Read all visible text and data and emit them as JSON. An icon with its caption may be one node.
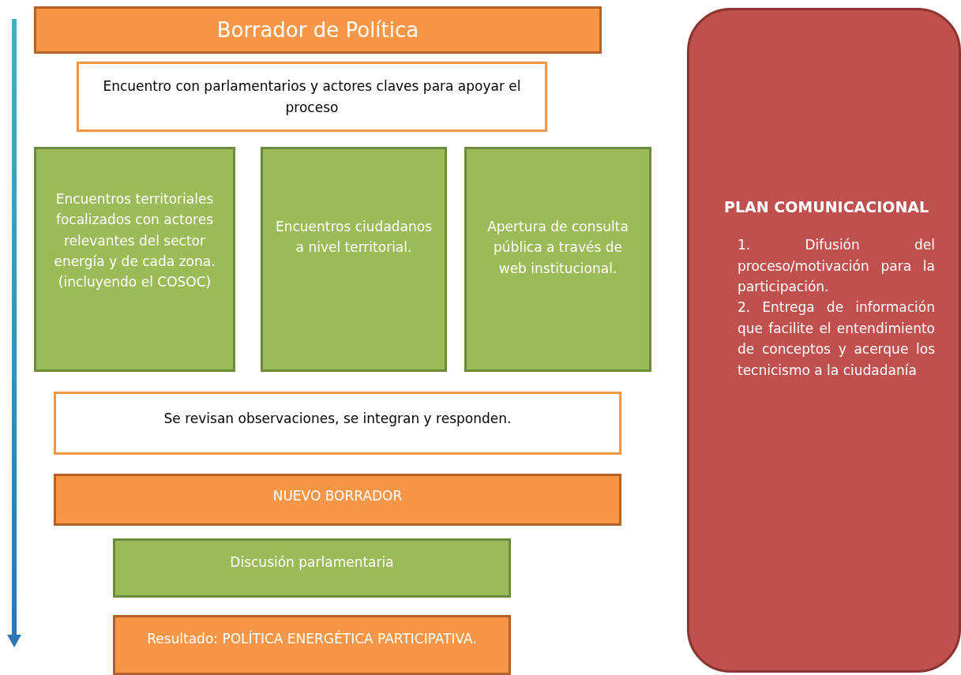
{
  "diagram": {
    "nodes": [
      {
        "text": [
          "Borrador  de Política"
        ]
      },
      {
        "text": [
          "Encuentro con parlamentarios y actores claves para apoyar el proceso"
        ]
      },
      {
        "text": [
          "Encuentros territoriales focalizados con actores relevantes del sector energía y de cada zona. (incluyendo el COSOC)"
        ]
      },
      {
        "text": [
          "Encuentros ciudadanos a nivel territorial."
        ]
      },
      {
        "text": [
          "Apertura de consulta pública a través de web institucional."
        ]
      },
      {
        "text": [
          "Se revisan observaciones, se integran y responden."
        ]
      },
      {
        "text": [
          "NUEVO BORRADOR"
        ]
      },
      {
        "text": [
          "Discusión parlamentaria"
        ]
      },
      {
        "text": [
          "Resultado: POLÍTICA ENERGÉTICA PARTICIPATIVA."
        ]
      },
      {
        "text": [
          "PLAN COMUNICACIONAL",
          "1. Difusión del proceso/motivación para la participación.",
          "2. Entrega de información que facilite el entendimiento de conceptos y acerque los tecnicismo a la ciudadanía"
        ]
      }
    ]
  }
}
